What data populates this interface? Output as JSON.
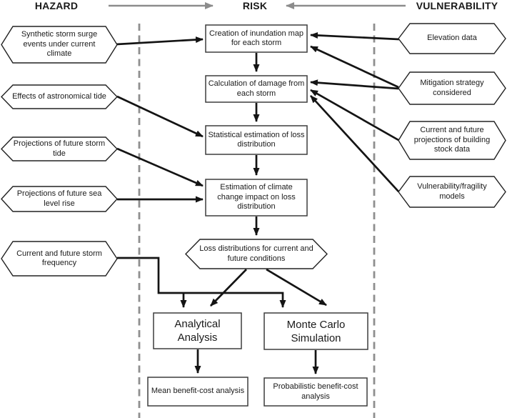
{
  "header": {
    "hazard": "HAZARD",
    "risk": "RISK",
    "vulnerability": "VULNERABILITY"
  },
  "hazard_column": {
    "synthetic_storm_surge": "Synthetic storm surge events under current climate",
    "astronomical_tide": "Effects of astronomical tide",
    "future_storm_tide": "Projections of future storm tide",
    "future_sea_level_rise": "Projections of future sea level rise",
    "storm_frequency": "Current and future storm frequency"
  },
  "risk_column": {
    "inundation_map": "Creation of inundation map for each storm",
    "damage_calculation": "Calculation of damage from each storm",
    "statistical_estimation": "Statistical estimation of loss distribution",
    "climate_change_impact": "Estimation of climate change impact on loss distribution",
    "loss_distributions": "Loss distributions for current and future conditions",
    "analytical_analysis": "Analytical Analysis",
    "monte_carlo_simulation": "Monte Carlo Simulation",
    "mean_benefit_cost": "Mean benefit-cost analysis",
    "probabilistic_benefit_cost": "Probabilistic benefit-cost analysis"
  },
  "vulnerability_column": {
    "elevation_data": "Elevation data",
    "mitigation_strategy": "Mitigation strategy considered",
    "building_stock": "Current and future projections of building stock data",
    "fragility_models": "Vulnerability/fragility models"
  },
  "colors": {
    "arrow_black": "#141414",
    "arrow_gray": "#8c8c8c",
    "dashed_divider": "#8f8f8f",
    "shape_fill": "#ffffff",
    "shape_border": "#3d3d3d"
  }
}
